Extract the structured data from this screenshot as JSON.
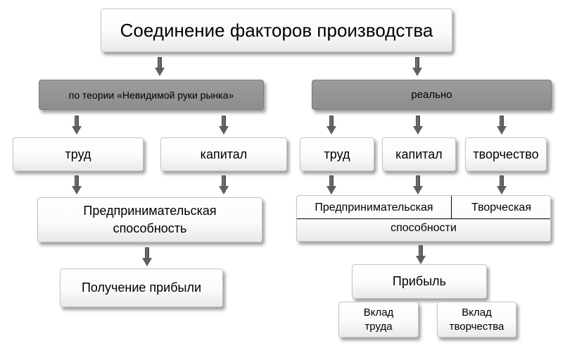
{
  "title": "Соединение факторов производства",
  "left": {
    "header": "по теории «Невидимой  руки рынка»",
    "labor": "труд",
    "capital": "капитал",
    "entrepreneur_line1": "Предпринимательская",
    "entrepreneur_line2": "способность",
    "profit": "Получение прибыли"
  },
  "right": {
    "header": "реально",
    "labor": "труд",
    "capital": "капитал",
    "creativity": "творчество",
    "abilities_left": "Предпринимательская",
    "abilities_right": "Творческая",
    "abilities_bottom": "способности",
    "profit": "Прибыль",
    "contrib_labor_line1": "Вклад",
    "contrib_labor_line2": "труда",
    "contrib_creativity_line1": "Вклад",
    "contrib_creativity_line2": "творчества"
  }
}
